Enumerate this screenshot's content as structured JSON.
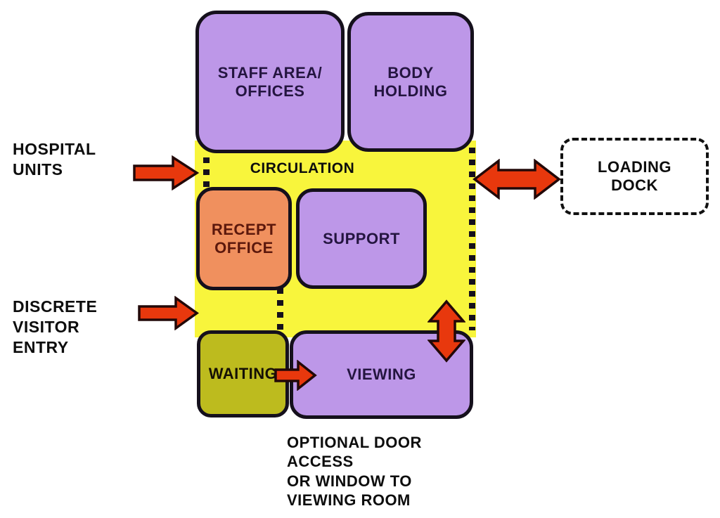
{
  "colors": {
    "room_purple": "#bd97e8",
    "room_orange": "#f0905e",
    "room_olive": "#bdbb1e",
    "circulation_yellow": "#f8f53c",
    "arrow_red": "#e8380d",
    "outline_black": "#15101c",
    "room_text_dark_purple": "#241540",
    "recept_text_maroon": "#5c180c"
  },
  "zones": {
    "circulation": {
      "label": "CIRCULATION"
    }
  },
  "rooms": {
    "staff_area": {
      "line1": "STAFF AREA/",
      "line2": "OFFICES"
    },
    "body_holding": {
      "line1": "BODY",
      "line2": "HOLDING"
    },
    "recept_office": {
      "line1": "RECEPT",
      "line2": "OFFICE"
    },
    "support": {
      "label": "SUPPORT"
    },
    "waiting": {
      "label": "WAITING"
    },
    "viewing": {
      "label": "VIEWING"
    },
    "loading_dock": {
      "line1": "LOADING",
      "line2": "DOCK"
    }
  },
  "labels": {
    "hospital_units": {
      "line1": "HOSPITAL",
      "line2": "UNITS"
    },
    "discrete_visitor_entry": {
      "line1": "DISCRETE",
      "line2": "VISITOR",
      "line3": "ENTRY"
    },
    "viewing_room_note": {
      "line1": "OPTIONAL DOOR",
      "line2": "ACCESS",
      "line3": "OR WINDOW TO",
      "line4": "VIEWING ROOM"
    }
  },
  "connections": [
    {
      "from": "HOSPITAL UNITS",
      "to": "CIRCULATION",
      "direction": "one-way"
    },
    {
      "from": "CIRCULATION",
      "to": "LOADING DOCK",
      "direction": "two-way"
    },
    {
      "from": "DISCRETE VISITOR ENTRY",
      "to": "CIRCULATION",
      "direction": "one-way"
    },
    {
      "from": "WAITING",
      "to": "VIEWING",
      "direction": "one-way"
    },
    {
      "from": "CIRCULATION",
      "to": "VIEWING",
      "direction": "two-way"
    }
  ]
}
